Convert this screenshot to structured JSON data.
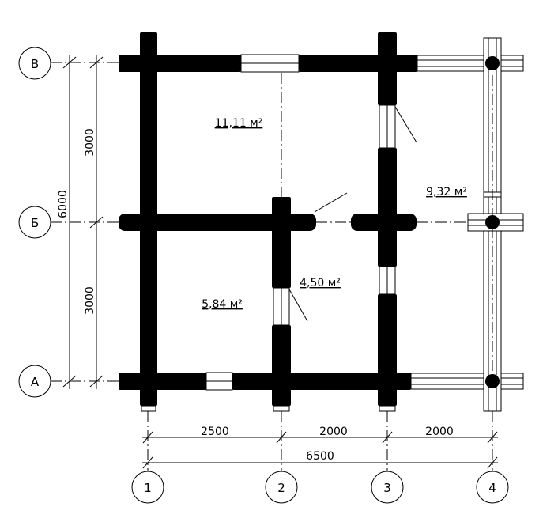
{
  "grid_rows": [
    {
      "id": "row-v",
      "label": "В"
    },
    {
      "id": "row-b",
      "label": "Б"
    },
    {
      "id": "row-a",
      "label": "А"
    }
  ],
  "grid_cols": [
    {
      "id": "col-1",
      "label": "1"
    },
    {
      "id": "col-2",
      "label": "2"
    },
    {
      "id": "col-3",
      "label": "3"
    },
    {
      "id": "col-4",
      "label": "4"
    }
  ],
  "dimensions": {
    "horizontal": [
      "2500",
      "2000",
      "2000"
    ],
    "horizontal_total": "6500",
    "vertical": [
      "3000",
      "3000"
    ],
    "vertical_total": "6000"
  },
  "rooms": [
    {
      "id": "room-top-left",
      "area": "11,11 м²"
    },
    {
      "id": "room-right",
      "area": "9,32 м²"
    },
    {
      "id": "room-small",
      "area": "4,50 м²"
    },
    {
      "id": "room-bottom-left",
      "area": "5,84 м²"
    }
  ]
}
